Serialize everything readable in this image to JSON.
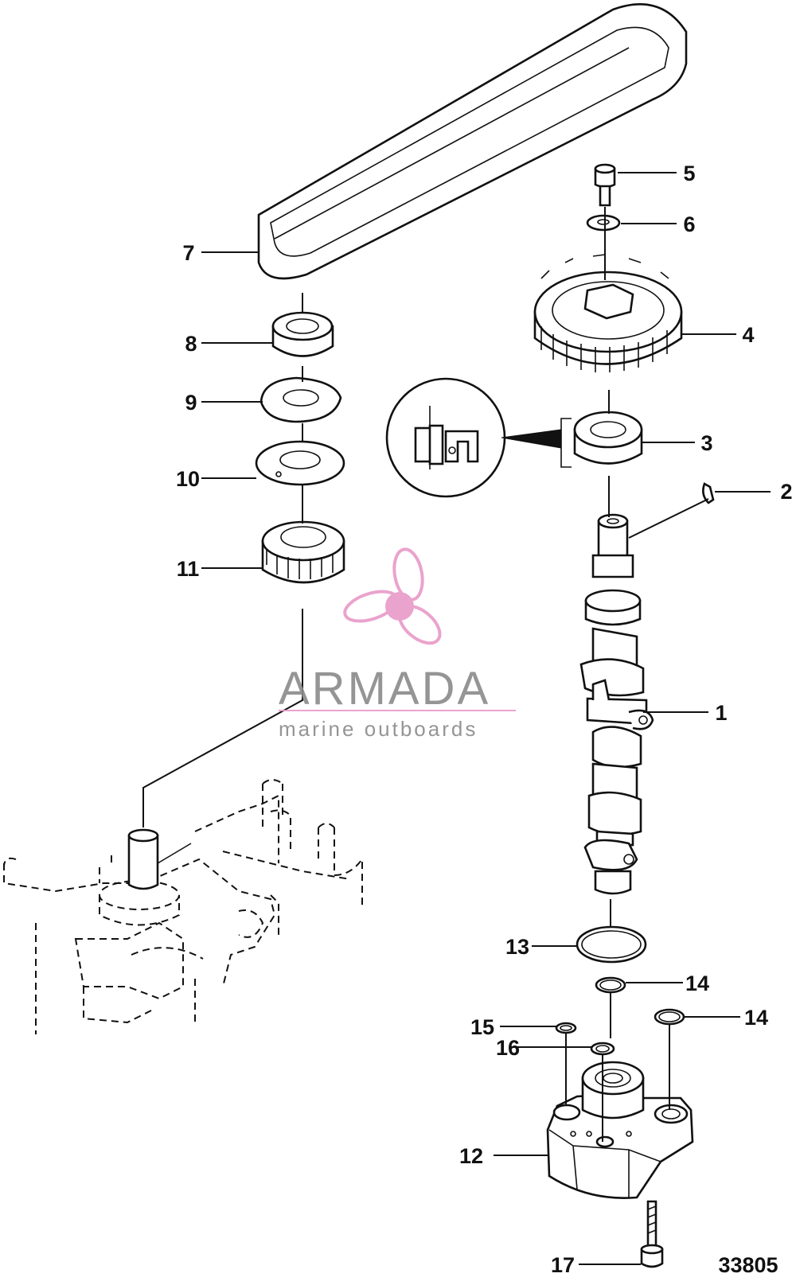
{
  "figure_id": "33805",
  "callouts": [
    "1",
    "2",
    "3",
    "4",
    "5",
    "6",
    "7",
    "8",
    "9",
    "10",
    "11",
    "12",
    "13",
    "14",
    "14",
    "15",
    "16",
    "17"
  ],
  "watermark": {
    "brand": "ARMADA",
    "tagline": "marine outboards",
    "logo_color": "#e89ac8"
  },
  "icons": [
    "propeller-logo-icon",
    "install-direction-inset-icon"
  ]
}
